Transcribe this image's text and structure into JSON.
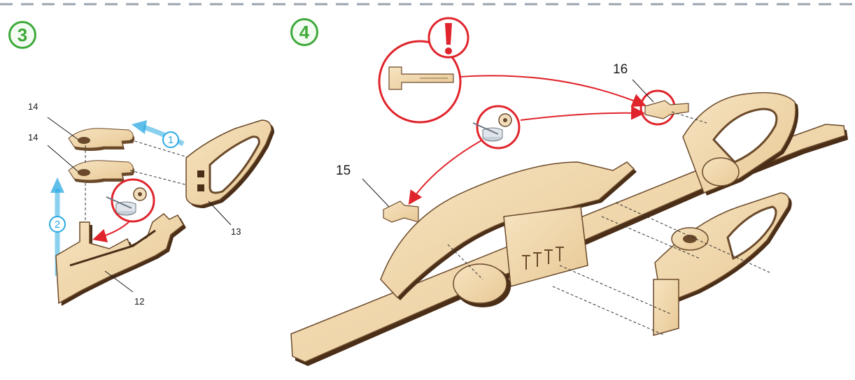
{
  "steps": {
    "step3": {
      "number": "3"
    },
    "step4": {
      "number": "4"
    }
  },
  "part_labels": {
    "p14a": "14",
    "p14b": "14",
    "p13": "13",
    "p12": "12",
    "p15": "15",
    "p16": "16"
  },
  "order_markers": {
    "m1": "1",
    "m2": "2"
  },
  "warning_symbol": "!",
  "icons": [
    "warning-icon",
    "glue-brush-icon",
    "arrow-icon"
  ],
  "colors": {
    "dash_border": "#9aa3ad",
    "step_green": "#3daa3a",
    "order_blue": "#29a9e1",
    "highlight_red": "#e0242b",
    "wood_light": "#f0d9b0",
    "wood_edge": "#6b4a2b",
    "wood_dark": "#3b2412"
  }
}
